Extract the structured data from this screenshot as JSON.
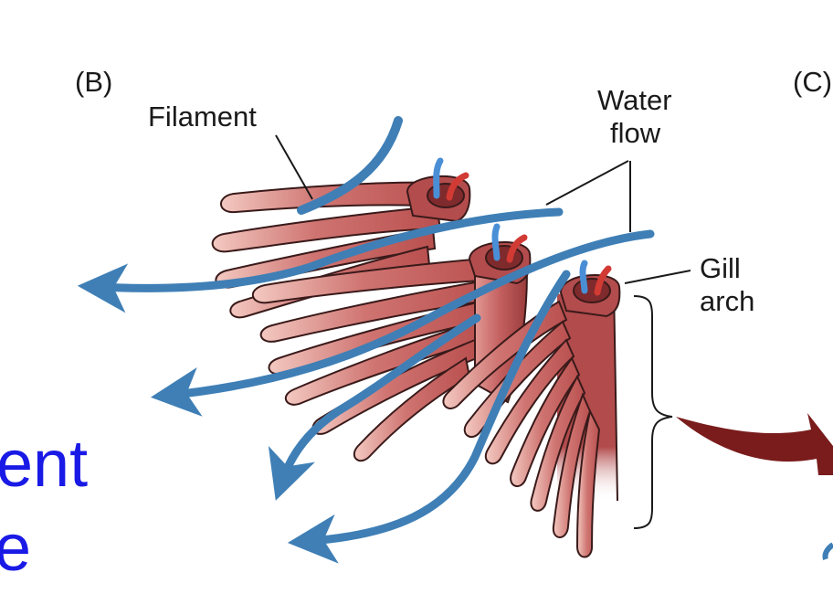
{
  "labels": {
    "panel_b": "(B)",
    "panel_c": "(C)",
    "filament": "Filament",
    "water_flow_line1": "Water",
    "water_flow_line2": "flow",
    "gill_arch_line1": "Gill",
    "gill_arch_line2": "arch"
  },
  "background_text": {
    "line1": "ent",
    "line2": "e"
  },
  "colors": {
    "tissue": "#c0595b",
    "tissue_light": "#eeb4ad",
    "tissue_dark": "#8e3436",
    "outline": "#3a1a1a",
    "water": "#3f7fb6",
    "vessel_artery": "#d23a34",
    "vessel_vein": "#4a8fd6",
    "big_arrow": "#7a1c1c",
    "slide_text": "#1a1ae6"
  }
}
